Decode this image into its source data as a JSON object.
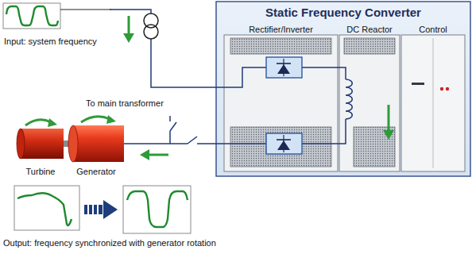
{
  "diagram": {
    "nodes": [
      {
        "text": [
          "Input: system frequency"
        ]
      },
      {
        "text": [
          "Static Frequency Converter"
        ]
      },
      {
        "text": [
          "Rectifier/Inverter"
        ],
        "in": 1
      },
      {
        "text": [
          "DC Reactor"
        ],
        "in": 1
      },
      {
        "text": [
          "Control"
        ],
        "in": 1
      },
      {
        "text": [
          "Turbine"
        ]
      },
      {
        "text": [
          "Generator"
        ]
      }
    ],
    "edges": [
      {
        "from": 0,
        "to": 1,
        "arrow": "none"
      },
      {
        "from": 1,
        "to": 6,
        "arrow": "none"
      }
    ],
    "labels": [
      "To main transformer",
      "Output: frequency synchronized with generator rotation"
    ]
  }
}
